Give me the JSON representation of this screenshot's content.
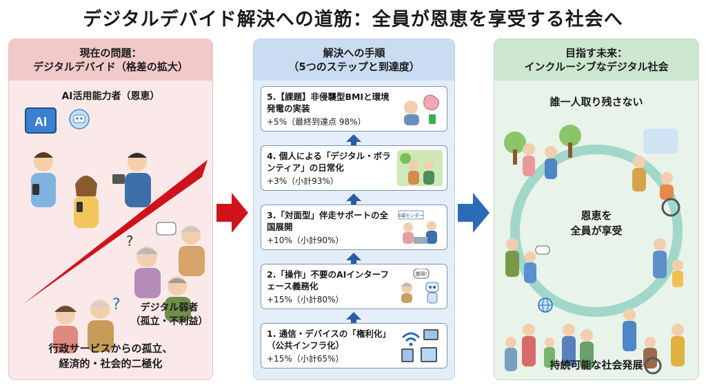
{
  "title": "デジタルデバイド解決への道筋：全員が恩恵を享受する社会へ",
  "left": {
    "header_line1": "現在の問題：",
    "header_line2": "デジタルデバイド（格差の拡大）",
    "beneficiaries": "AI活用能力者（恩恵）",
    "ai_screen": "AI",
    "weak_line1": "デジタル弱者",
    "weak_line2": "（孤立・不利益）",
    "footer_line1": "行政サービスからの孤立、",
    "footer_line2": "経済的・社会的二極化"
  },
  "middle": {
    "header_line1": "解決への手順",
    "header_line2": "（5つのステップと到達度）",
    "steps": [
      {
        "title": "5.【課題】非侵襲型BMIと環境発電の実装",
        "progress": "+5%（最終到達点 98%）",
        "icon": "brain-icon"
      },
      {
        "title": "4. 個人による「デジタル・ボランティア」の日常化",
        "progress": "+3%（小計93%）",
        "icon": "volunteer-icon"
      },
      {
        "title": "3.「対面型」伴走サポートの全国展開",
        "progress": "+10%（小計90%）",
        "icon": "support-desk-icon"
      },
      {
        "title": "2.「操作」不要のAIインターフェース義務化",
        "progress": "+15%（小計80%）",
        "icon": "robot-icon"
      },
      {
        "title": "1. 通信・デバイスの「権利化」（公共インフラ化）",
        "progress": "+15%（小計65%）",
        "icon": "devices-icon"
      }
    ],
    "sign_text": "S城センター",
    "bubble_text": "御用!"
  },
  "right": {
    "header_line1": "目指す未来：",
    "header_line2": "インクルーシブなデジタル社会",
    "top_label": "誰一人取り残さない",
    "center_line1": "恩恵を",
    "center_line2": "全員が享受",
    "footer": "持続可能な社会発展"
  },
  "colors": {
    "red_accent": "#d0121b",
    "blue_accent": "#2a6cb8",
    "left_bg": "#fbe9e9",
    "mid_bg": "#e4eef9",
    "right_bg": "#e8f3e9"
  }
}
